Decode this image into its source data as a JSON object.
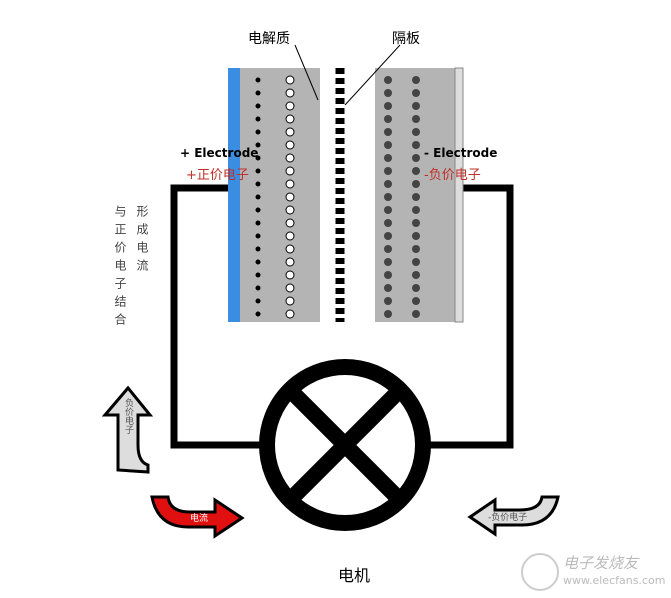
{
  "labels": {
    "electrolyte": "电解质",
    "separator": "隔板",
    "pos_electrode": "+ Electrode",
    "pos_electron": "+正价电子",
    "neg_electrode": "- Electrode",
    "neg_electron": "-负价电子",
    "form_current": "形成电流",
    "combine_positive": "与正价电子结合",
    "arrow_up": "负价电子",
    "arrow_red": "电流",
    "arrow_left": "-负价电子",
    "motor": "电机"
  },
  "watermark": {
    "name": "电子发烧友",
    "url": "www.elecfans.com"
  },
  "colors": {
    "blue_plate": "#3a8de0",
    "plate_gray": "#b4b4b4",
    "red_arrow": "#e01010",
    "pos_text": "#c0302a"
  }
}
